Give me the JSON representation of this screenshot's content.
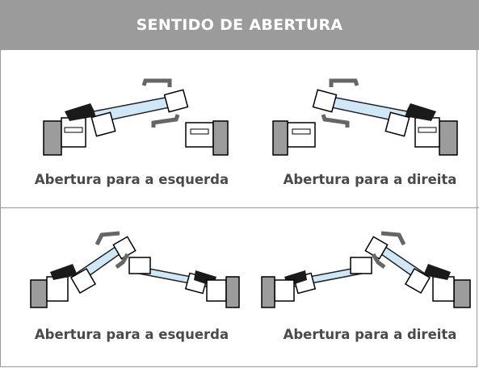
{
  "header": {
    "title": "SENTIDO DE ABERTURA"
  },
  "panels": [
    {
      "caption": "Abertura para a esquerda",
      "icon": "single-window-opening-left-diagram"
    },
    {
      "caption": "Abertura para a direita",
      "icon": "single-window-opening-right-diagram"
    },
    {
      "caption": "Abertura para a esquerda",
      "icon": "double-window-opening-left-diagram"
    },
    {
      "caption": "Abertura para a direita",
      "icon": "double-window-opening-right-diagram"
    }
  ],
  "colors": {
    "header_bg": "#9b9b9b",
    "glass": "#cfe8f7",
    "profile": "#6e6e6e",
    "border": "#9a9a9a",
    "caption": "#4a4a4a"
  }
}
